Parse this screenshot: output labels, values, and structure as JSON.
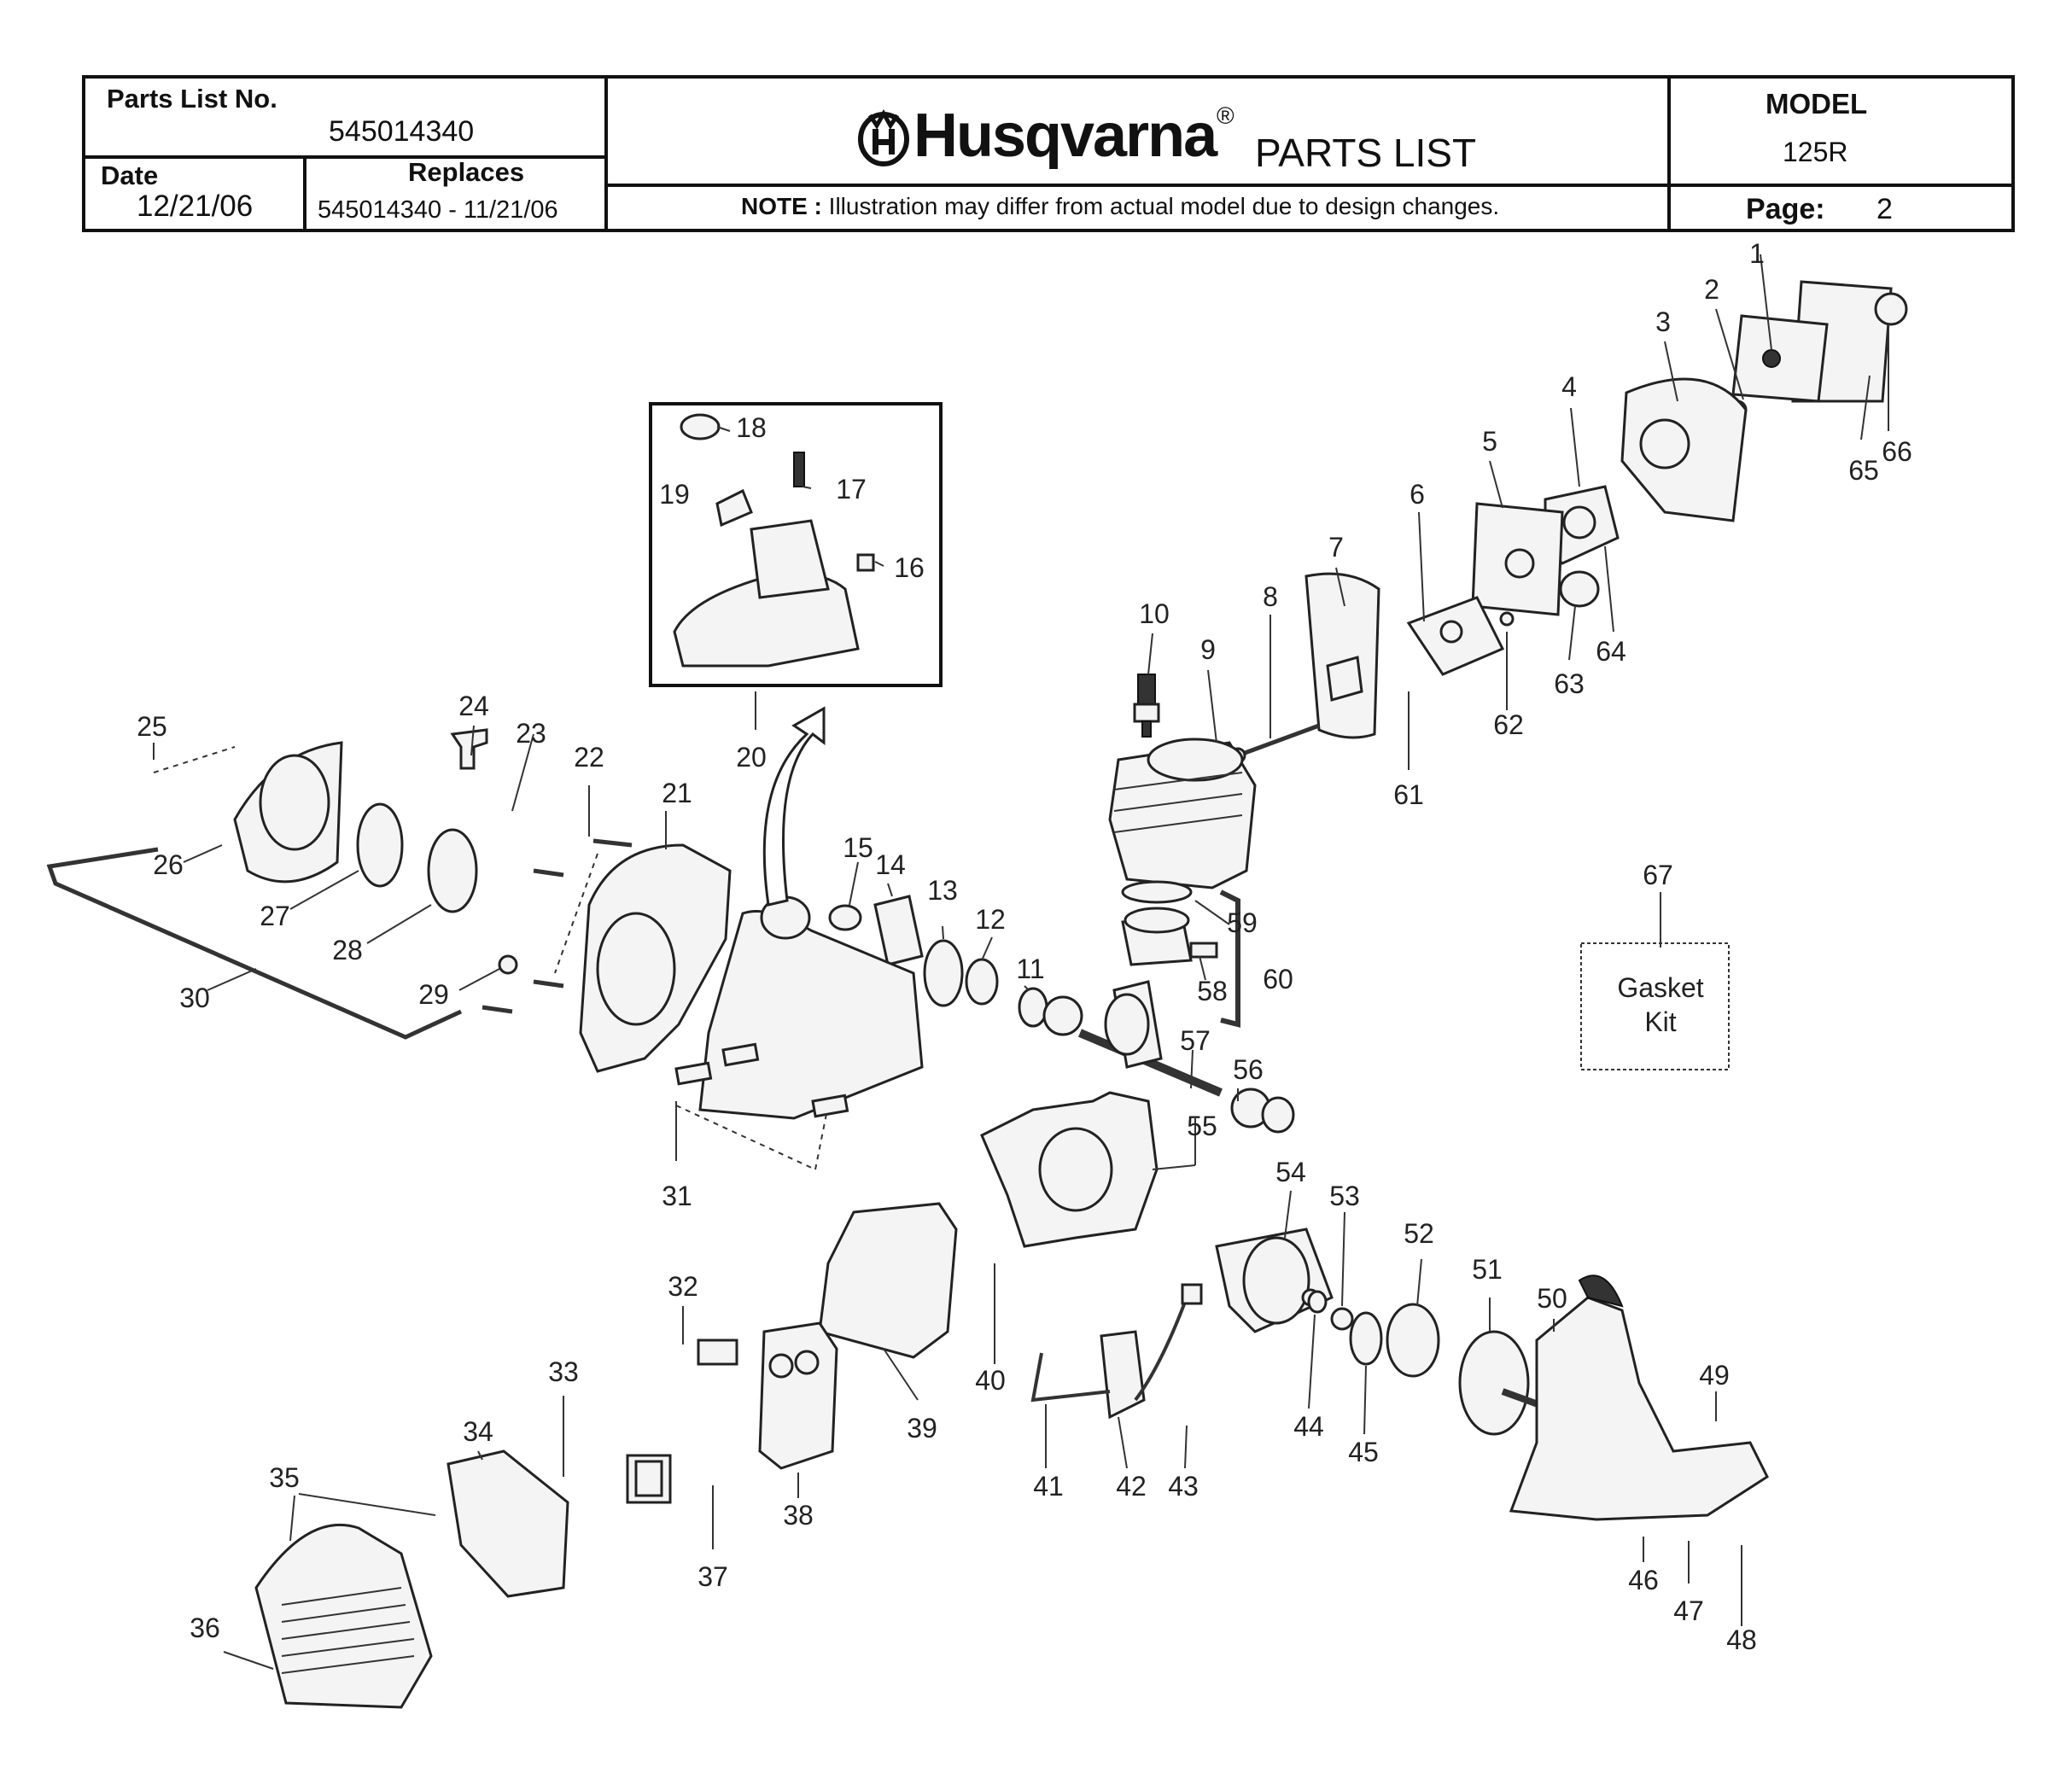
{
  "header": {
    "parts_list_label": "Parts List No.",
    "parts_list_no": "545014340",
    "date_label": "Date",
    "date_value": "12/21/06",
    "replaces_label": "Replaces",
    "replaces_value": "545014340 - 11/21/06",
    "brand": "Husqvarna",
    "registered": "®",
    "doc_title": "PARTS LIST",
    "note_label": "NOTE :",
    "note_text": " Illustration may differ from actual model due to design changes.",
    "model_label": "MODEL",
    "model_value": "125R",
    "page_label": "Page:",
    "page_value": "2"
  },
  "diagram": {
    "gasket_kit": {
      "line1": "Gasket",
      "line2": "Kit"
    },
    "callouts": [
      "1",
      "2",
      "3",
      "4",
      "5",
      "6",
      "7",
      "8",
      "9",
      "10",
      "11",
      "12",
      "13",
      "14",
      "15",
      "16",
      "17",
      "18",
      "19",
      "20",
      "21",
      "22",
      "23",
      "24",
      "25",
      "26",
      "27",
      "28",
      "29",
      "30",
      "31",
      "32",
      "33",
      "34",
      "35",
      "36",
      "37",
      "38",
      "39",
      "40",
      "41",
      "42",
      "43",
      "44",
      "45",
      "46",
      "47",
      "48",
      "49",
      "50",
      "51",
      "52",
      "53",
      "54",
      "55",
      "56",
      "57",
      "58",
      "59",
      "60",
      "61",
      "62",
      "63",
      "64",
      "65",
      "66",
      "67"
    ]
  }
}
